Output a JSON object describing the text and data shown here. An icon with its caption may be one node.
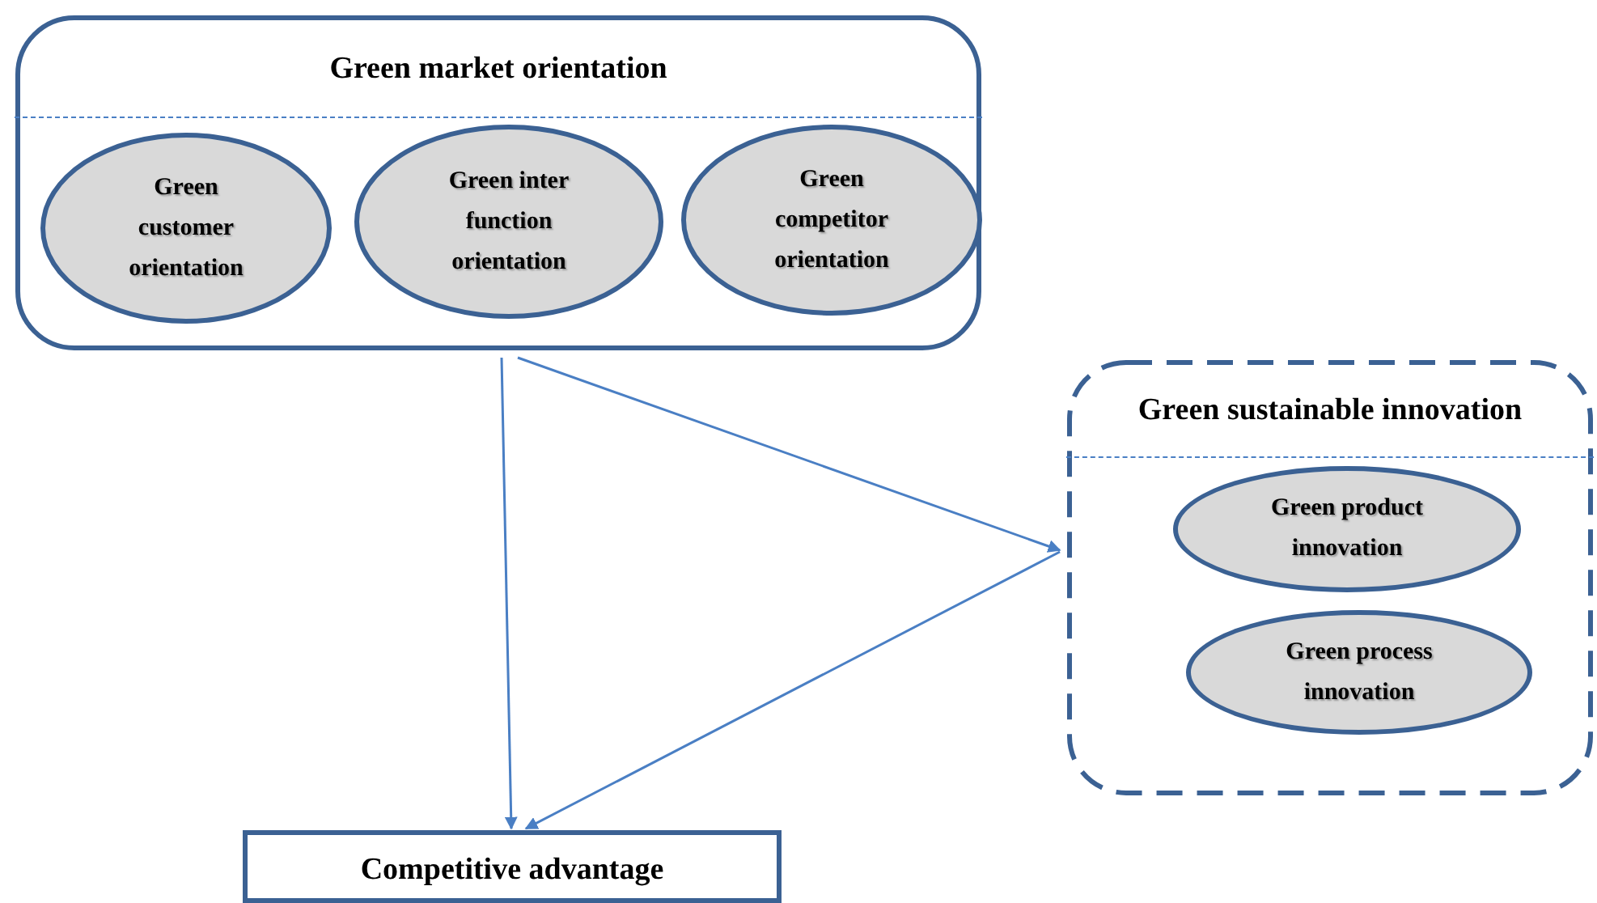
{
  "diagram": {
    "nodes": [
      {
        "text": [
          "Green market orientation"
        ]
      },
      {
        "text": [
          "Green customer orientation"
        ],
        "in": 0
      },
      {
        "text": [
          "Green inter function orientation"
        ],
        "in": 0
      },
      {
        "text": [
          "Green competitor orientation"
        ],
        "in": 0
      },
      {
        "text": [
          "Green sustainable innovation"
        ]
      },
      {
        "text": [
          "Green product innovation"
        ],
        "in": 4
      },
      {
        "text": [
          "Green process innovation"
        ],
        "in": 4
      },
      {
        "text": [
          "Competitive advantage"
        ]
      }
    ],
    "edges": [
      {
        "from": 0,
        "to": 7,
        "arrow": "to"
      },
      {
        "from": 0,
        "to": 4,
        "arrow": "to"
      },
      {
        "from": 4,
        "to": 7,
        "arrow": "to"
      }
    ]
  }
}
